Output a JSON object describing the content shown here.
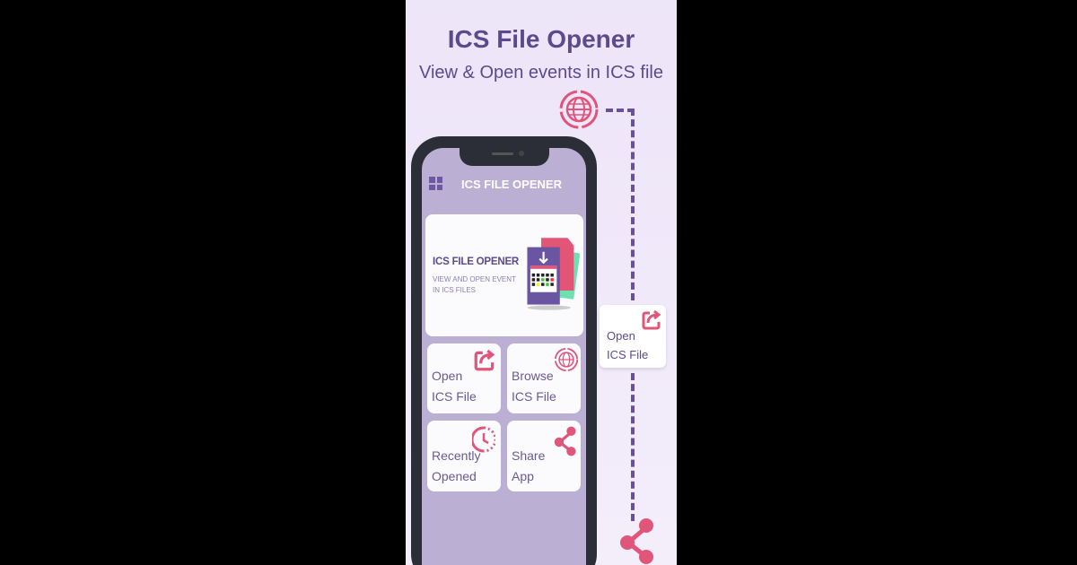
{
  "poster": {
    "title": "ICS File Opener",
    "subtitle": "View & Open events in ICS file"
  },
  "app": {
    "header_title": "ICS FILE OPENER",
    "banner": {
      "title": "ICS FILE OPENER",
      "subtitle": "VIEW AND OPEN EVENT IN ICS FILES"
    },
    "tiles": [
      {
        "line1": "Open",
        "line2": "ICS File",
        "icon": "open-external-icon"
      },
      {
        "line1": "Browse",
        "line2": "ICS File",
        "icon": "globe-icon"
      },
      {
        "line1": "Recently",
        "line2": "Opened",
        "icon": "clock-icon"
      },
      {
        "line1": "Share",
        "line2": "App",
        "icon": "share-icon"
      }
    ]
  },
  "callout": {
    "line1": "Open",
    "line2": "ICS File",
    "icon": "open-external-icon"
  },
  "colors": {
    "accent": "#e0557a",
    "brand": "#5b4a8c",
    "screen": "#bbb0d4",
    "phone": "#2b2e36"
  }
}
